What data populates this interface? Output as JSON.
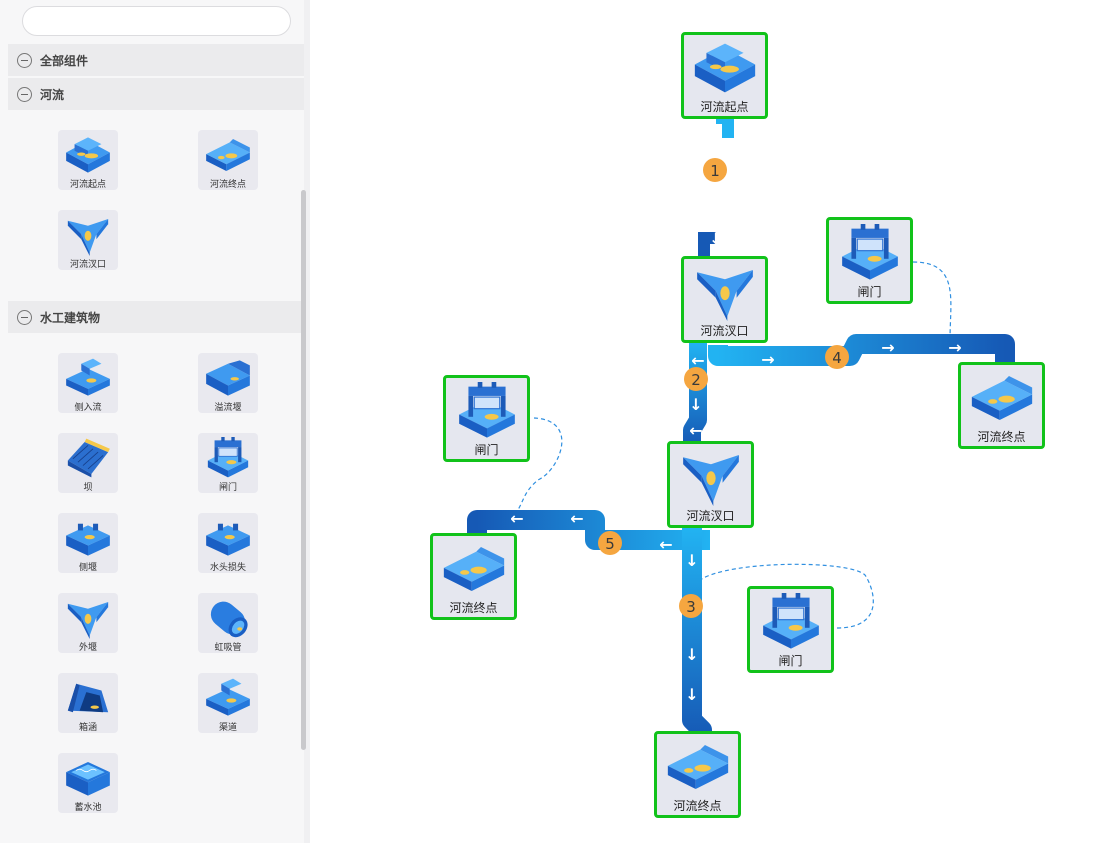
{
  "search": {
    "placeholder": "",
    "value": ""
  },
  "groups": [
    {
      "label": "全部组件"
    },
    {
      "label": "河流"
    },
    {
      "label": "水工建筑物"
    }
  ],
  "river_components": [
    "河流起点",
    "河流终点",
    "河流汊口"
  ],
  "hydraulic_components": [
    "侧入流",
    "溢流堰",
    "坝",
    "闸门",
    "侧堰",
    "水头损失",
    "外堰",
    "虹吸管",
    "箱涵",
    "渠道",
    "蓄水池"
  ],
  "nodes": {
    "start": "河流起点",
    "junction1": "河流汊口",
    "gate1": "闸门",
    "end1": "河流终点",
    "gate2": "闸门",
    "junction2": "河流汊口",
    "end2": "河流终点",
    "gate3": "闸门",
    "end3": "河流终点"
  },
  "reach_numbers": [
    "1",
    "2",
    "3",
    "4",
    "5"
  ],
  "colors": {
    "node_border": "#11c21a",
    "badge": "#f5a640",
    "flow_light": "#22b1f0",
    "flow_dark": "#1660b8"
  }
}
